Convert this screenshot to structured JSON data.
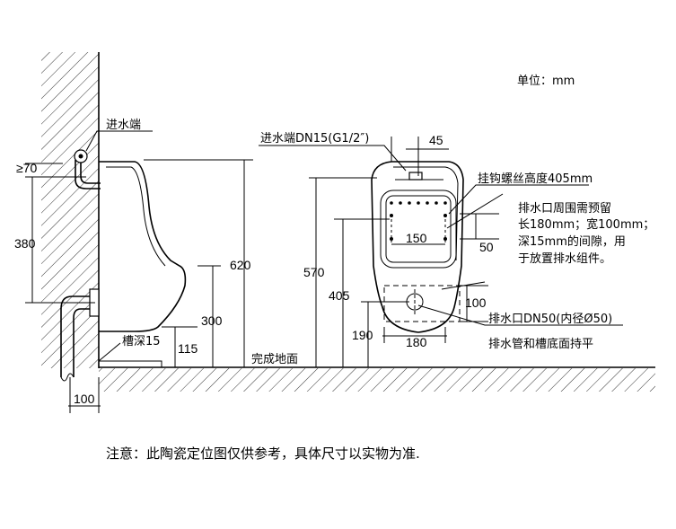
{
  "labels": {
    "unit": "单位：mm",
    "inlet_left": "进水端",
    "inlet_front": "进水端DN15(G1/2″)",
    "hook_height": "挂钩螺丝高度405mm",
    "drain_note_1": "排水口周围需预留",
    "drain_note_2": "长180mm；宽100mm；",
    "drain_note_3": "深15mm的间隙，用",
    "drain_note_4": "于放置排水组件。",
    "drain_outlet": "排水口DN50(内径Ø50)",
    "drain_flush": "排水管和槽底面持平",
    "groove_depth": "槽深15",
    "floor": "完成地面",
    "footnote": "注意：此陶瓷定位图仅供参考，具体尺寸以实物为准."
  },
  "dims": {
    "d70": "≥70",
    "d380": "380",
    "d620": "620",
    "d300": "300",
    "d115": "115",
    "d100_bottom": "100",
    "d45": "45",
    "d570": "570",
    "d405": "405",
    "d190": "190",
    "d150": "150",
    "d50": "50",
    "d100_right": "100",
    "d180": "180"
  }
}
